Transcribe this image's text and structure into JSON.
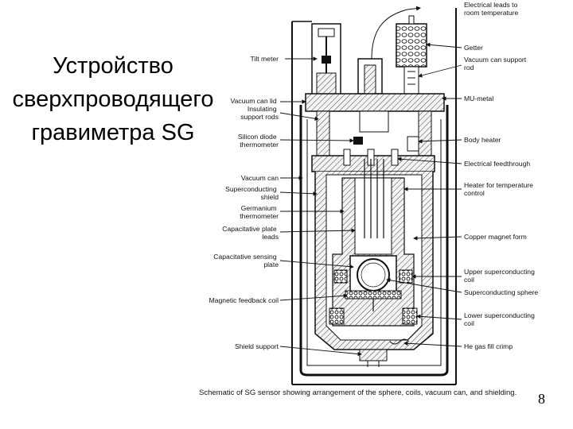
{
  "title": {
    "lines": [
      "Устройство",
      "сверхпроводящего",
      "гравиметра SG"
    ]
  },
  "page_number": "8",
  "diagram": {
    "caption": "Schematic of SG sensor showing arrangement of the sphere, coils, vacuum can, and shielding.",
    "left_labels": [
      [
        "Tilt meter"
      ],
      [
        "Vacuum can lid",
        "Insulating",
        "support rods"
      ],
      [
        "Silicon diode",
        "thermometer"
      ],
      [
        "Vacuum can"
      ],
      [
        "Superconducting",
        "shield"
      ],
      [
        "Germanium",
        "thermometer"
      ],
      [
        "Capacitative plate",
        "leads"
      ],
      [
        "Capacitative sensing",
        "plate"
      ],
      [
        "Magnetic feedback coil"
      ],
      [
        "Shield support"
      ]
    ],
    "right_labels": [
      [
        "Electrical leads to",
        "room temperature"
      ],
      [
        "Getter"
      ],
      [
        "Vacuum can support",
        "rod"
      ],
      [
        "MU-metal"
      ],
      [
        "Body heater"
      ],
      [
        "Electrical feedthrough"
      ],
      [
        "Heater for temperature",
        "control"
      ],
      [
        "Copper magnet form"
      ],
      [
        "Upper superconducting",
        "coil"
      ],
      [
        "Superconducting sphere"
      ],
      [
        "Lower superconducting",
        "coil"
      ],
      [
        "He gas fill crimp"
      ]
    ]
  }
}
